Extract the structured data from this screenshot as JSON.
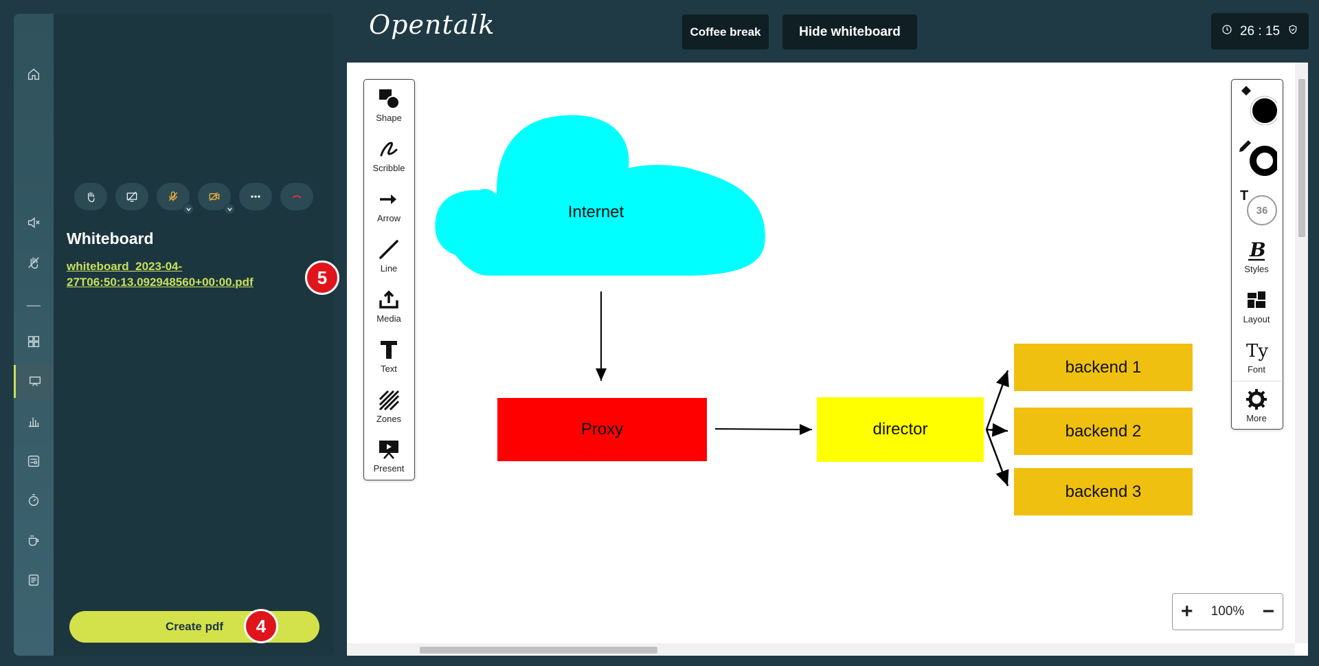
{
  "app": {
    "logo": "Opentalk"
  },
  "header": {
    "coffee_break_label": "Coffee break",
    "hide_whiteboard_label": "Hide whiteboard",
    "timer": "26 : 15"
  },
  "sidebar": {
    "panel_title": "Whiteboard",
    "pdf_link": "whiteboard_2023-04-27T06:50:13.092948560+00:00.pdf",
    "create_pdf_label": "Create pdf",
    "active_item": "whiteboard-icon"
  },
  "annotations": {
    "badge_4": "4",
    "badge_5": "5"
  },
  "tools": {
    "items": [
      {
        "label": "Shape",
        "icon": "shape-icon"
      },
      {
        "label": "Scribble",
        "icon": "scribble-icon"
      },
      {
        "label": "Arrow",
        "icon": "arrow-icon"
      },
      {
        "label": "Line",
        "icon": "line-icon"
      },
      {
        "label": "Media",
        "icon": "media-icon"
      },
      {
        "label": "Text",
        "icon": "text-icon"
      },
      {
        "label": "Zones",
        "icon": "zones-icon"
      },
      {
        "label": "Present",
        "icon": "present-icon"
      }
    ]
  },
  "properties": {
    "font_size": "36",
    "styles_label": "Styles",
    "layout_label": "Layout",
    "font_label": "Font",
    "more_label": "More",
    "fill_color": "#000000",
    "stroke_color": "#000000"
  },
  "diagram": {
    "nodes": {
      "internet": {
        "label": "Internet",
        "color": "#00ffff"
      },
      "proxy": {
        "label": "Proxy",
        "color": "#ff0000"
      },
      "director": {
        "label": "director",
        "color": "#ffff00"
      },
      "backend1": {
        "label": "backend 1",
        "color": "#f0c010"
      },
      "backend2": {
        "label": "backend 2",
        "color": "#f0c010"
      },
      "backend3": {
        "label": "backend 3",
        "color": "#f0c010"
      }
    }
  },
  "zoom": {
    "level": "100%"
  }
}
